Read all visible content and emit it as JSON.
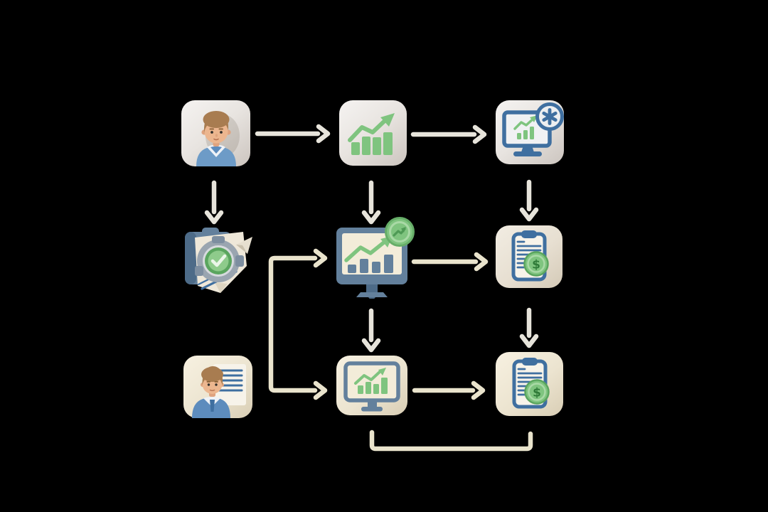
{
  "diagram": {
    "title": "analytics-reporting-workflow-flowchart",
    "nodes": [
      {
        "id": "user-avatar",
        "row": 1,
        "col": 1,
        "icon": "person-avatar-icon",
        "desc": "analyst person portrait tile"
      },
      {
        "id": "growth-chart",
        "row": 1,
        "col": 2,
        "icon": "bar-chart-growth-icon",
        "desc": "green bar chart with rising arrow tile"
      },
      {
        "id": "monitor-star",
        "row": 1,
        "col": 3,
        "icon": "monitor-star-icon",
        "desc": "blue monitor with chart and star badge tile"
      },
      {
        "id": "document-approval",
        "row": 2,
        "col": 1,
        "icon": "document-check-seal-icon",
        "desc": "tilted document with gray ring seal and green checkmark"
      },
      {
        "id": "monitor-earnings",
        "row": 2,
        "col": 2,
        "icon": "monitor-chart-coin-icon",
        "desc": "monitor with growth chart and green coin badge"
      },
      {
        "id": "report-invoice",
        "row": 2,
        "col": 3,
        "icon": "clipboard-dollar-icon",
        "desc": "clipboard report with green dollar coin tile"
      },
      {
        "id": "user-report",
        "row": 3,
        "col": 1,
        "icon": "person-document-icon",
        "desc": "person with lined document tile"
      },
      {
        "id": "monitor-report",
        "row": 3,
        "col": 2,
        "icon": "monitor-chart-icon",
        "desc": "monitor with green growth chart tile"
      },
      {
        "id": "invoice-final",
        "row": 3,
        "col": 3,
        "icon": "clipboard-dollar-icon",
        "desc": "clipboard report with green dollar coin tile"
      }
    ],
    "edges": [
      {
        "from": "user-avatar",
        "to": "growth-chart",
        "direction": "right"
      },
      {
        "from": "growth-chart",
        "to": "monitor-star",
        "direction": "right"
      },
      {
        "from": "user-avatar",
        "to": "document-approval",
        "direction": "down"
      },
      {
        "from": "growth-chart",
        "to": "monitor-earnings",
        "direction": "down"
      },
      {
        "from": "monitor-star",
        "to": "report-invoice",
        "direction": "down"
      },
      {
        "from": "branch-rail",
        "to": "monitor-earnings",
        "direction": "right"
      },
      {
        "from": "branch-rail",
        "to": "monitor-report",
        "direction": "right"
      },
      {
        "from": "monitor-earnings",
        "to": "report-invoice",
        "direction": "right"
      },
      {
        "from": "monitor-earnings",
        "to": "monitor-report",
        "direction": "down"
      },
      {
        "from": "report-invoice",
        "to": "invoice-final",
        "direction": "down"
      },
      {
        "from": "monitor-report",
        "to": "invoice-final",
        "direction": "right"
      },
      {
        "from": "monitor-report",
        "to": "invoice-final",
        "direction": "bottom-loop"
      }
    ]
  },
  "icons": {
    "dollar_glyph": "$"
  },
  "palette": {
    "bg": "#000000",
    "connector": "#e9e3cc",
    "connector_light": "#e7e4db",
    "green": "#7fc47f",
    "green_dark": "#5aa55e",
    "green_deep": "#2f7a38",
    "blue": "#3f6fa0",
    "blue_dark": "#32597f",
    "slate": "#63809c",
    "slate_dark": "#4d6b88",
    "screen": "#f3ecd9",
    "paper": "#f7f3ea",
    "skin": "#ecb68f",
    "skin_dark": "#dfa37f",
    "hair": "#a87c50",
    "shirt": "#6d9bc7",
    "sweater": "#5d8cbd",
    "collar": "#eef2f7",
    "ring_gray": "#9aa5b0",
    "coin_ring": "#a9d9a6"
  }
}
